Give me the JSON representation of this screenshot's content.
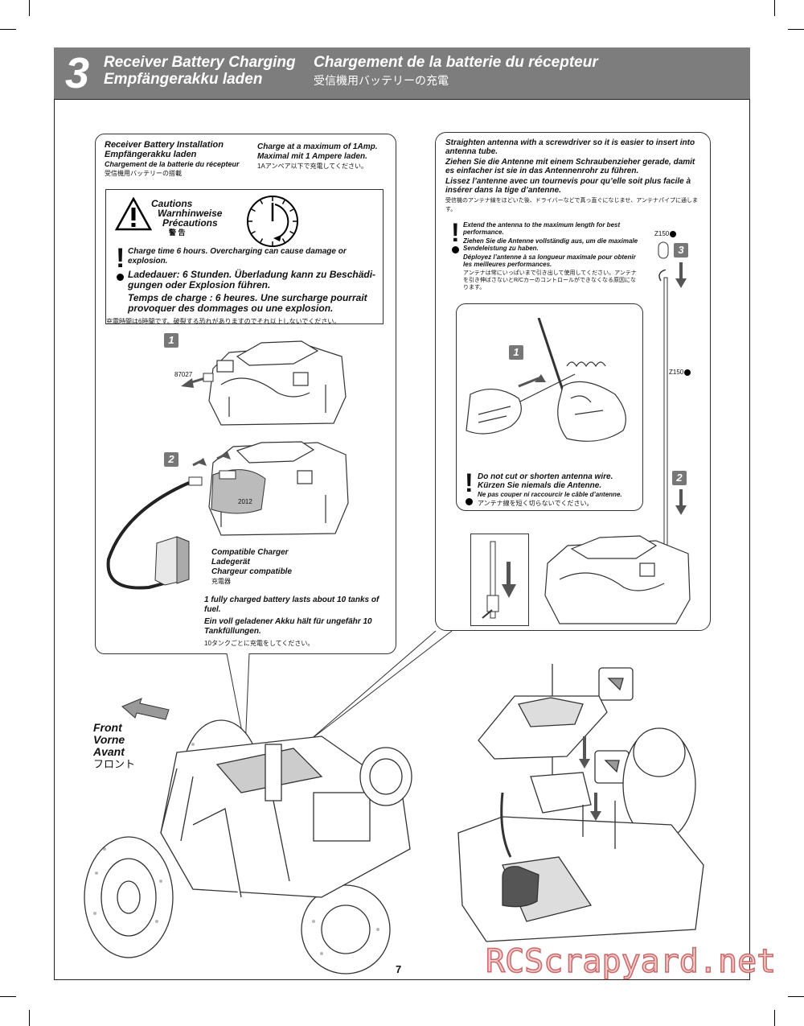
{
  "header": {
    "step_number": "3",
    "title_en": "Receiver Battery Charging",
    "title_de": "Empfängerakku laden",
    "title_fr": "Chargement de la batterie du récepteur",
    "title_jp": "受信機用バッテリーの充電"
  },
  "left_panel": {
    "install_en": "Receiver Battery Installation",
    "install_de": "Empfängerakku laden",
    "install_fr": "Chargement de la batterie du récepteur",
    "install_jp": "受信機用バッテリーの搭載",
    "charge_en": "Charge at a maximum of 1Amp.",
    "charge_de": "Maximal mit 1 Ampere laden.",
    "charge_jp": "1Aアンペア以下で充電してください。",
    "caution_en": "Cautions",
    "caution_de": "Warnhinweise",
    "caution_fr": "Précautions",
    "caution_jp": "警 告",
    "warn_en": "Charge time 6 hours. Overcharging can cause damage or explosion.",
    "warn_de": "Ladedauer: 6 Stunden. Überladung kann zu Beschädi-gungen oder Explosion führen.",
    "warn_fr": "Temps de charge : 6 heures. Une surcharge pourrait provoquer des dommages ou une explosion.",
    "warn_jp": "充電時間は6時間です。破裂する恐れがありますのでそれ以上しないでください。",
    "step1": "1",
    "part_87027": "87027",
    "step2": "2",
    "part_2012": "2012",
    "charger_en": "Compatible Charger",
    "charger_de": "Ladegerät",
    "charger_fr": "Chargeur compatible",
    "charger_jp": "充電器",
    "tanks_en": "1 fully charged battery lasts about 10 tanks of fuel.",
    "tanks_de": "Ein voll geladener Akku hält für ungefähr 10 Tankfüllungen.",
    "tanks_jp": "10タンクごとに充電をしてください。"
  },
  "right_panel": {
    "straighten_en": "Straighten antenna with a screwdriver so it is easier to insert into antenna tube.",
    "straighten_de": "Ziehen Sie die Antenne mit einem Schraubenzieher gerade, damit es einfacher ist sie in das Antennenrohr zu führen.",
    "straighten_fr": "Lissez l’antenne avec un tournevis pour qu’elle soit plus facile à insérer dans la tige d’antenne.",
    "straighten_jp": "受信機のアンテナ線をほどいた後、ドライバーなどで真っ直ぐになじませ、アンテナパイプに通します。",
    "extend_en": "Extend the antenna to the maximum length for best performance.",
    "extend_de": "Ziehen Sie die Antenne vollständig aus, um die maximale Sendeleistung zu haben.",
    "extend_fr": "Déployez l’antenne à sa longueur maximale pour obtenir les meilleures performances.",
    "extend_jp": "アンテナは常にいっぱいまで引き出して使用してください。アンテナを引き伸ばさないとR/Cカーのコントロールができなくなる原因になります。",
    "part_z150b": "Z150",
    "part_z150a": "Z150",
    "step3": "3",
    "step1": "1",
    "step2": "2",
    "nocut_en": "Do not cut or shorten antenna wire.",
    "nocut_de": "Kürzen Sie niemals die Antenne.",
    "nocut_fr": "Ne pas couper ni raccourcir le câble d’antenne.",
    "nocut_jp": "アンテナ線を短く切らないでください。"
  },
  "front": {
    "en": "Front",
    "de": "Vorne",
    "fr": "Avant",
    "jp": "フロント"
  },
  "page_number": "7",
  "watermark": "RCScrapyard.net"
}
